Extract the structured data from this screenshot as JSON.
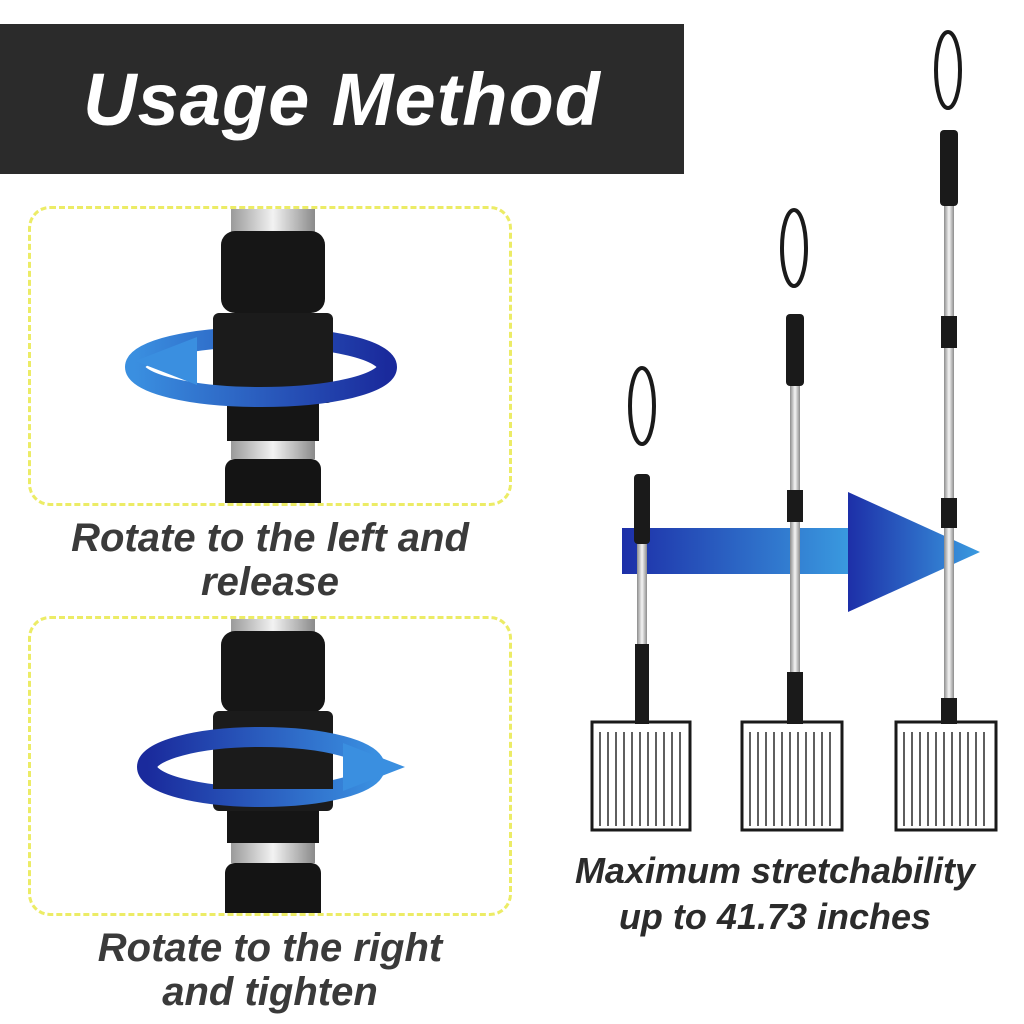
{
  "banner": {
    "title": "Usage Method"
  },
  "steps": [
    {
      "caption_line1": "Rotate to the left and",
      "caption_line2": "release",
      "rotation": "counterclockwise"
    },
    {
      "caption_line1": "Rotate to the right",
      "caption_line2": "and tighten",
      "rotation": "clockwise"
    }
  ],
  "stretch": {
    "line1": "Maximum stretchability",
    "line2": "up to 41.73 inches"
  },
  "colors": {
    "banner": "#2b2b2b",
    "dashed_border": "#ecec66",
    "arrow_dark": "#1d2fa8",
    "arrow_light": "#3a9be0",
    "caption": "#3a3a3a"
  }
}
